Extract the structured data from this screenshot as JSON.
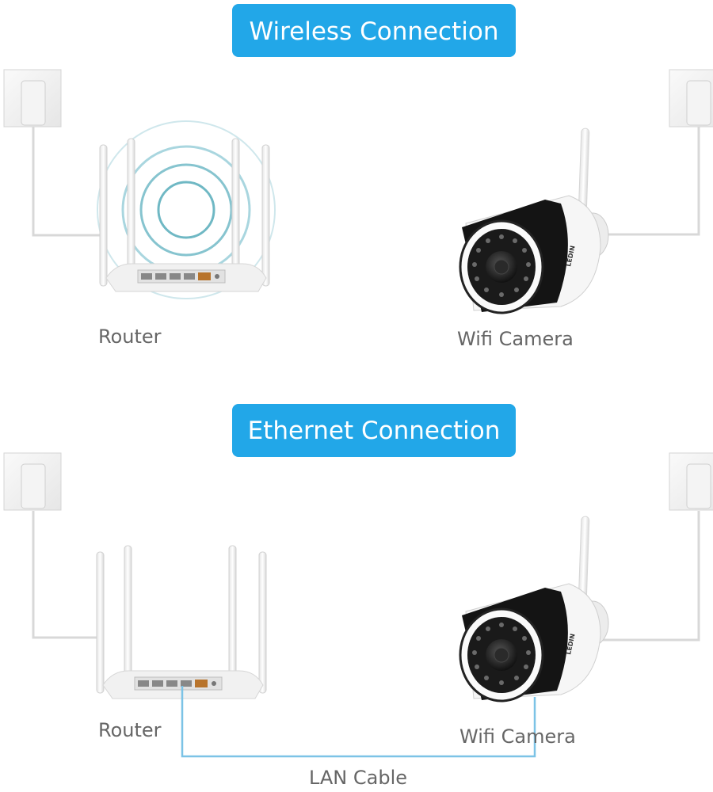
{
  "wireless": {
    "title": "Wireless Connection",
    "router_label": "Router",
    "camera_label": "Wifi Camera"
  },
  "ethernet": {
    "title": "Ethernet Connection",
    "router_label": "Router",
    "camera_label": "Wifi Camera",
    "cable_label": "LAN Cable"
  },
  "camera_brand": "LEDIN",
  "colors": {
    "accent": "#22a7e8",
    "signal": "#6fb8c4",
    "lan_cable": "#7cc3e6",
    "label": "#666666"
  }
}
